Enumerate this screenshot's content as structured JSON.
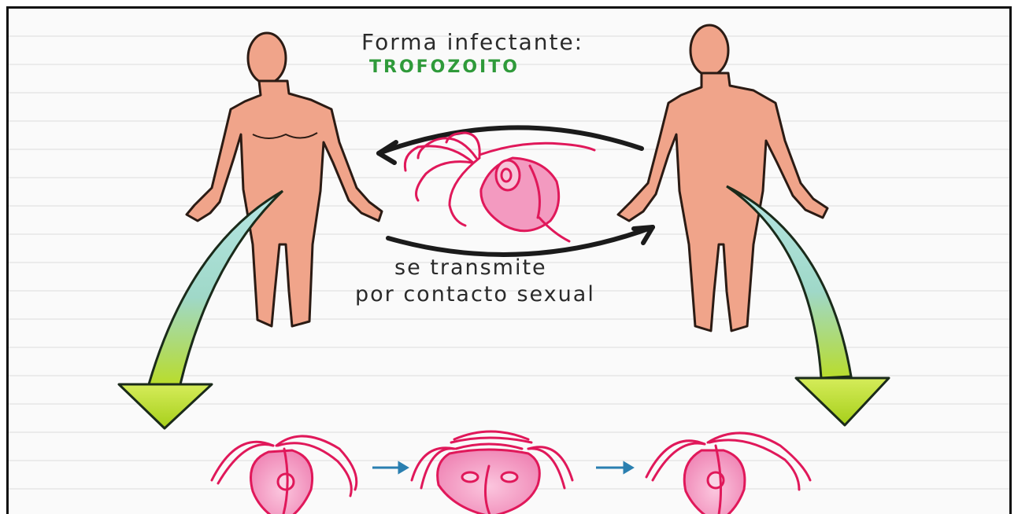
{
  "diagram": {
    "title": "Forma infectante:",
    "infective_stage": "TROFOZOITO",
    "transmission_line1": "se transmite",
    "transmission_line2": "por contacto sexual"
  },
  "colors": {
    "skin": "#f0a48a",
    "skin_outline": "#2b1b14",
    "parasite": "#e0185a",
    "parasite_fill": "#f39ac0",
    "arrow_gradient_top": "#a9dfe0",
    "arrow_gradient_bottom": "#b7d92b",
    "small_arrow": "#2a7fb0",
    "stage_text": "#2f9a3a"
  }
}
